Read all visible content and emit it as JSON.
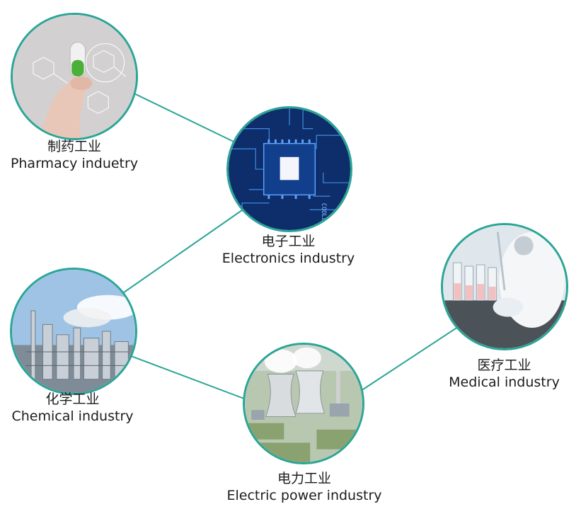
{
  "accent_color": "#2aa596",
  "nodes": {
    "pharmacy": {
      "cn": "制药工业",
      "en": "Pharmacy induetry",
      "image_icon": "capsule-molecule-icon"
    },
    "electronics": {
      "cn": "电子工业",
      "en": "Electronics industry",
      "image_icon": "circuit-chip-icon"
    },
    "chemical": {
      "cn": "化学工业",
      "en": "Chemical industry",
      "image_icon": "chemical-plant-icon"
    },
    "power": {
      "cn": "电力工业",
      "en": "Electric power industry",
      "image_icon": "cooling-tower-icon"
    },
    "medical": {
      "cn": "医疗工业",
      "en": "Medical industry",
      "image_icon": "lab-vials-icon"
    }
  },
  "chip_text": "COOLER"
}
